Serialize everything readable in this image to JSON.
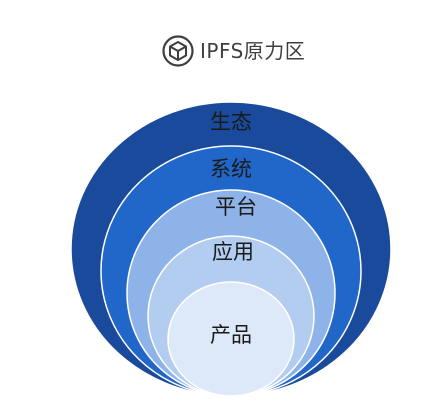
{
  "logo": {
    "icon": "cube-icon",
    "text": "IPFS原力区"
  },
  "diagram": {
    "layers": [
      {
        "label": "生态",
        "color": "#1a4a9b"
      },
      {
        "label": "系统",
        "color": "#2166c9"
      },
      {
        "label": "平台",
        "color": "#8eb3e8"
      },
      {
        "label": "应用",
        "color": "#b3cdf1"
      },
      {
        "label": "产品",
        "color": "#dde8f8"
      }
    ]
  }
}
